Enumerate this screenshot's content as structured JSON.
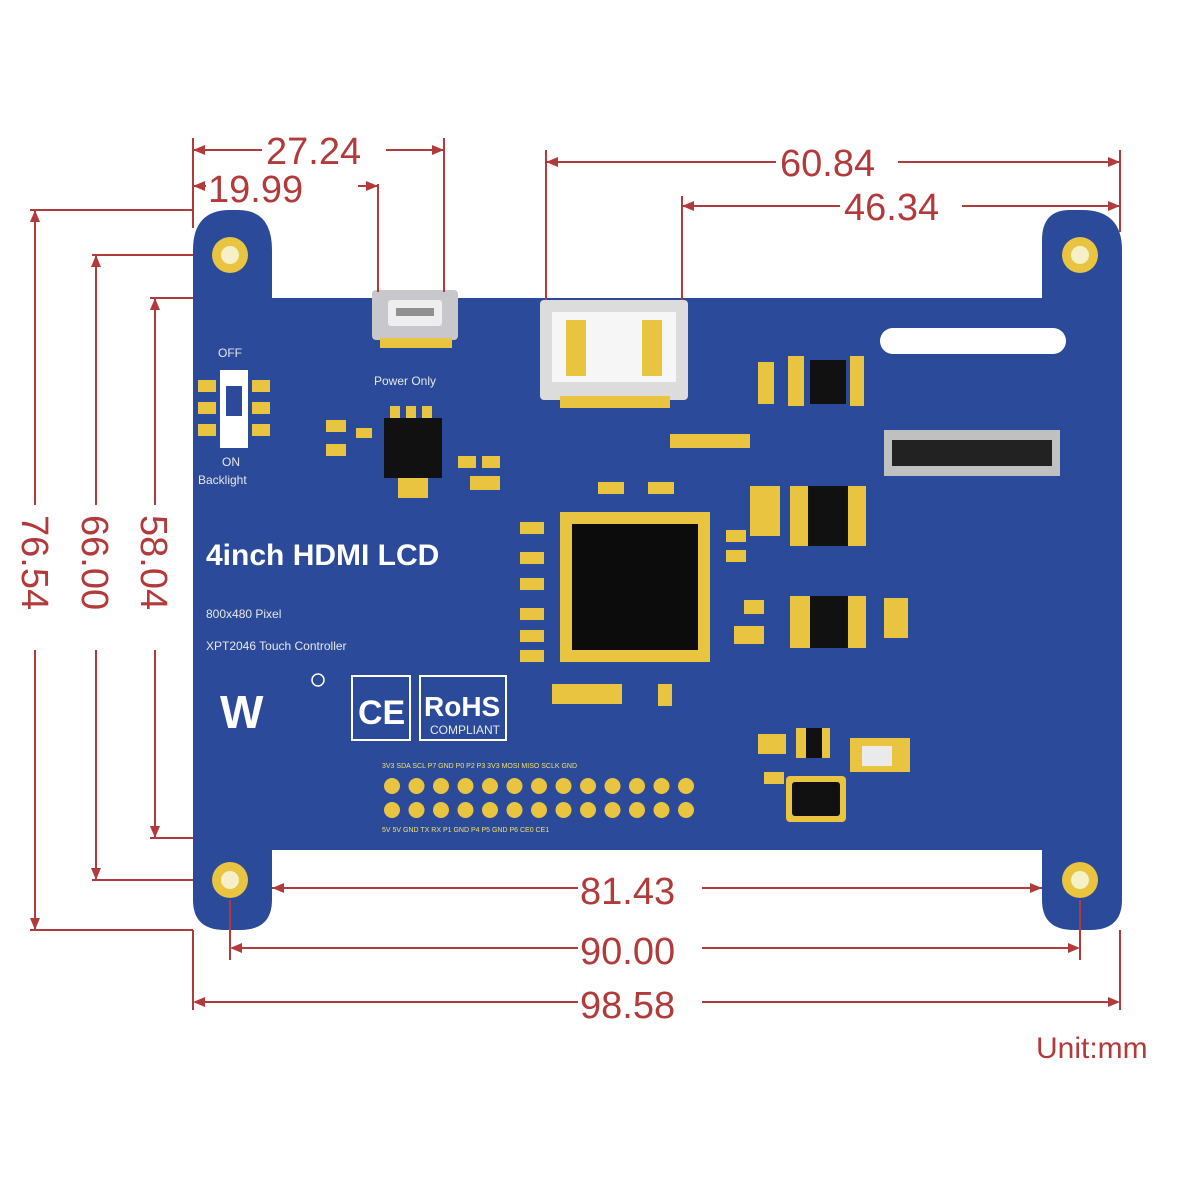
{
  "board": {
    "title": "4inch HDMI LCD",
    "spec_line1": "800x480 Pixel",
    "spec_line2": "XPT2046 Touch Controller",
    "power_label": "Power Only",
    "switch_off": "OFF",
    "switch_on": "ON",
    "switch_name": "Backlight",
    "logo_mark": "W",
    "ce_mark": "CE",
    "rohs_mark": "RoHS",
    "rohs_sub": "COMPLIANT",
    "header_top_labels": "3V3 SDA SCL P7 GND P0 P2 P3 3V3 MOSI MISO SCLK GND",
    "header_bottom_labels": "5V 5V GND TX RX P1 GND P4 P5 GND P6 CE0 CE1"
  },
  "dimensions": {
    "d_27_24": "27.24",
    "d_19_99": "19.99",
    "d_60_84": "60.84",
    "d_46_34": "46.34",
    "d_76_54": "76.54",
    "d_66_00": "66.00",
    "d_58_04": "58.04",
    "d_81_43": "81.43",
    "d_90_00": "90.00",
    "d_98_58": "98.58"
  },
  "unit_label": "Unit:mm",
  "colors": {
    "dimension_line": "#b23a3a",
    "board": "#2b4a9a",
    "pad": "#e8c440"
  }
}
